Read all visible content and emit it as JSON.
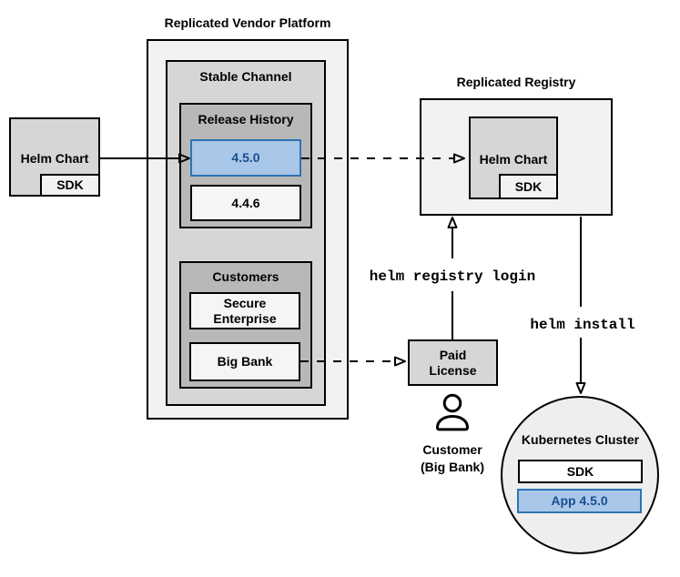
{
  "platform": {
    "title": "Replicated Vendor Platform"
  },
  "stable_channel": {
    "label": "Stable Channel"
  },
  "release_history": {
    "label": "Release History",
    "versions": [
      {
        "label": "4.5.0",
        "highlighted": true
      },
      {
        "label": "4.4.6",
        "highlighted": false
      }
    ]
  },
  "customers": {
    "label": "Customers",
    "items": [
      {
        "label": "Secure Enterprise"
      },
      {
        "label": "Big Bank"
      }
    ]
  },
  "source_helm_chart": {
    "label": "Helm Chart",
    "sdk_label": "SDK"
  },
  "registry": {
    "title": "Replicated Registry",
    "helm_chart_label": "Helm Chart",
    "sdk_label": "SDK"
  },
  "paid_license": {
    "lines": [
      "Paid",
      "License"
    ]
  },
  "customer_caption": {
    "lines": [
      "Customer",
      "(Big Bank)"
    ]
  },
  "cluster": {
    "title": "Kubernetes Cluster",
    "sdk_label": "SDK",
    "app_label": "App 4.5.0"
  },
  "commands": {
    "registry_login": "helm registry login",
    "install": "helm install"
  },
  "colors": {
    "highlight_fill": "#A9C7E8",
    "highlight_border": "#2D74B5",
    "highlight_text": "#184F90",
    "panel_light": "#F2F2F2",
    "panel_medium": "#D6D6D6",
    "panel_dark": "#B8B8B8",
    "item_fill": "#F5F5F5",
    "outline": "#000000"
  }
}
